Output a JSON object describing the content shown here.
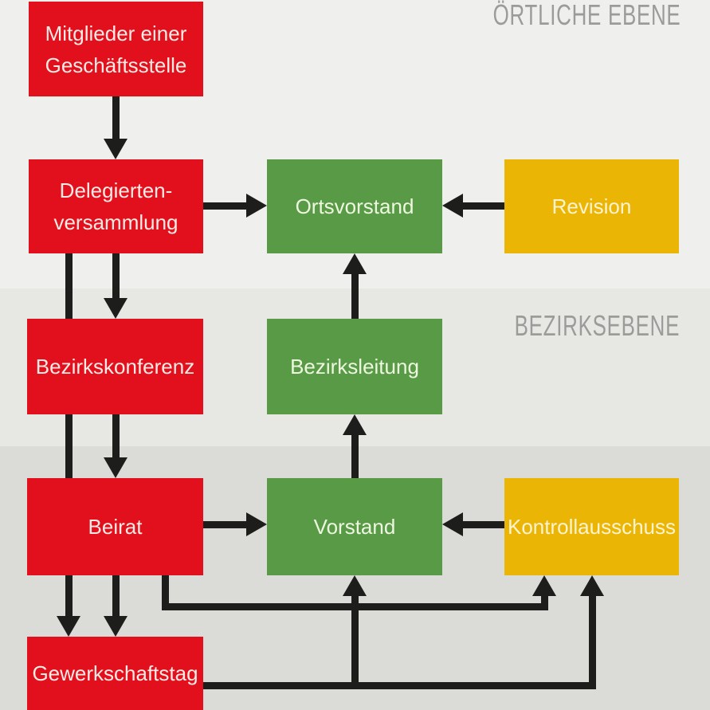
{
  "diagram": {
    "type": "org-structure-flowchart",
    "language": "de",
    "levels": [
      {
        "id": "local",
        "label": "ÖRTLICHE EBENE"
      },
      {
        "id": "district",
        "label": "BEZIRKSEBENE"
      },
      {
        "id": "federal",
        "label": ""
      }
    ],
    "nodes": {
      "mitglieder": {
        "label": "Mitglieder einer\nGeschäftsstelle",
        "color": "#e2101c",
        "level": "local"
      },
      "delegierten": {
        "label": "Delegierten-\nversammlung",
        "color": "#e2101c",
        "level": "local"
      },
      "ortsvorstand": {
        "label": "Ortsvorstand",
        "color": "#589a46",
        "level": "local"
      },
      "revision": {
        "label": "Revision",
        "color": "#ebb506",
        "level": "local"
      },
      "bezirkskonferenz": {
        "label": "Bezirkskonferenz",
        "color": "#e2101c",
        "level": "district"
      },
      "bezirksleitung": {
        "label": "Bezirksleitung",
        "color": "#589a46",
        "level": "district"
      },
      "beirat": {
        "label": "Beirat",
        "color": "#e2101c",
        "level": "federal"
      },
      "vorstand": {
        "label": "Vorstand",
        "color": "#589a46",
        "level": "federal"
      },
      "kontrollausschuss": {
        "label": "Kontrollausschuss",
        "color": "#ebb506",
        "level": "federal"
      },
      "gewerkschaftstag": {
        "label": "Gewerkschaftstag",
        "color": "#e2101c",
        "level": "federal"
      }
    },
    "edges": [
      {
        "from": "mitglieder",
        "to": "delegierten"
      },
      {
        "from": "delegierten",
        "to": "ortsvorstand"
      },
      {
        "from": "revision",
        "to": "ortsvorstand"
      },
      {
        "from": "bezirksleitung",
        "to": "ortsvorstand"
      },
      {
        "from": "delegierten",
        "to": "bezirkskonferenz"
      },
      {
        "from": "delegierten",
        "to": "gewerkschaftstag"
      },
      {
        "from": "bezirkskonferenz",
        "to": "beirat"
      },
      {
        "from": "vorstand",
        "to": "bezirksleitung"
      },
      {
        "from": "beirat",
        "to": "vorstand"
      },
      {
        "from": "kontrollausschuss",
        "to": "vorstand"
      },
      {
        "from": "beirat",
        "to": "kontrollausschuss"
      },
      {
        "from": "beirat",
        "to": "gewerkschaftstag"
      },
      {
        "from": "gewerkschaftstag",
        "to": "vorstand"
      },
      {
        "from": "gewerkschaftstag",
        "to": "kontrollausschuss"
      }
    ],
    "palette": {
      "organ_red": "#e2101c",
      "organ_green": "#589a46",
      "organ_yellow": "#ebb506",
      "connector_black": "#1d1d1b",
      "level_label_gray": "#9b9b9a",
      "band_local": "#efefee",
      "band_district": "#e7e7e4",
      "band_federal": "#dbdbd8"
    }
  }
}
